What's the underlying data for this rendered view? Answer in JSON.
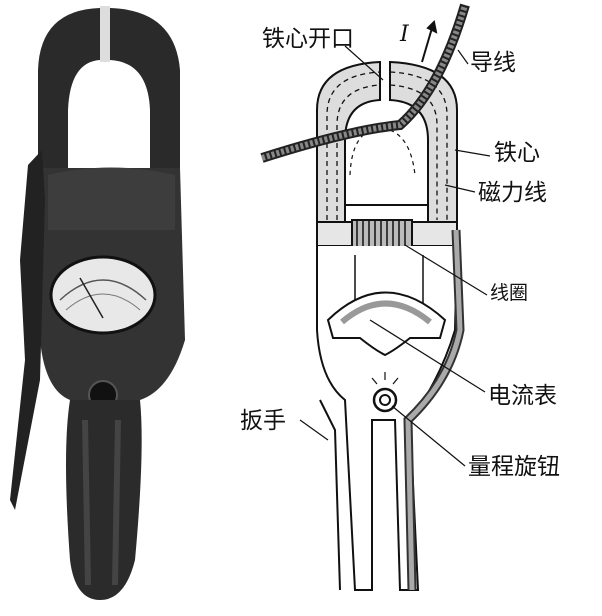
{
  "labels": {
    "core_opening": "铁心开口",
    "current_symbol": "I",
    "wire": "导线",
    "core": "铁心",
    "magnetic_field_lines": "磁力线",
    "coil": "线圈",
    "ammeter": "电流表",
    "handle": "扳手",
    "range_knob": "量程旋钮"
  }
}
